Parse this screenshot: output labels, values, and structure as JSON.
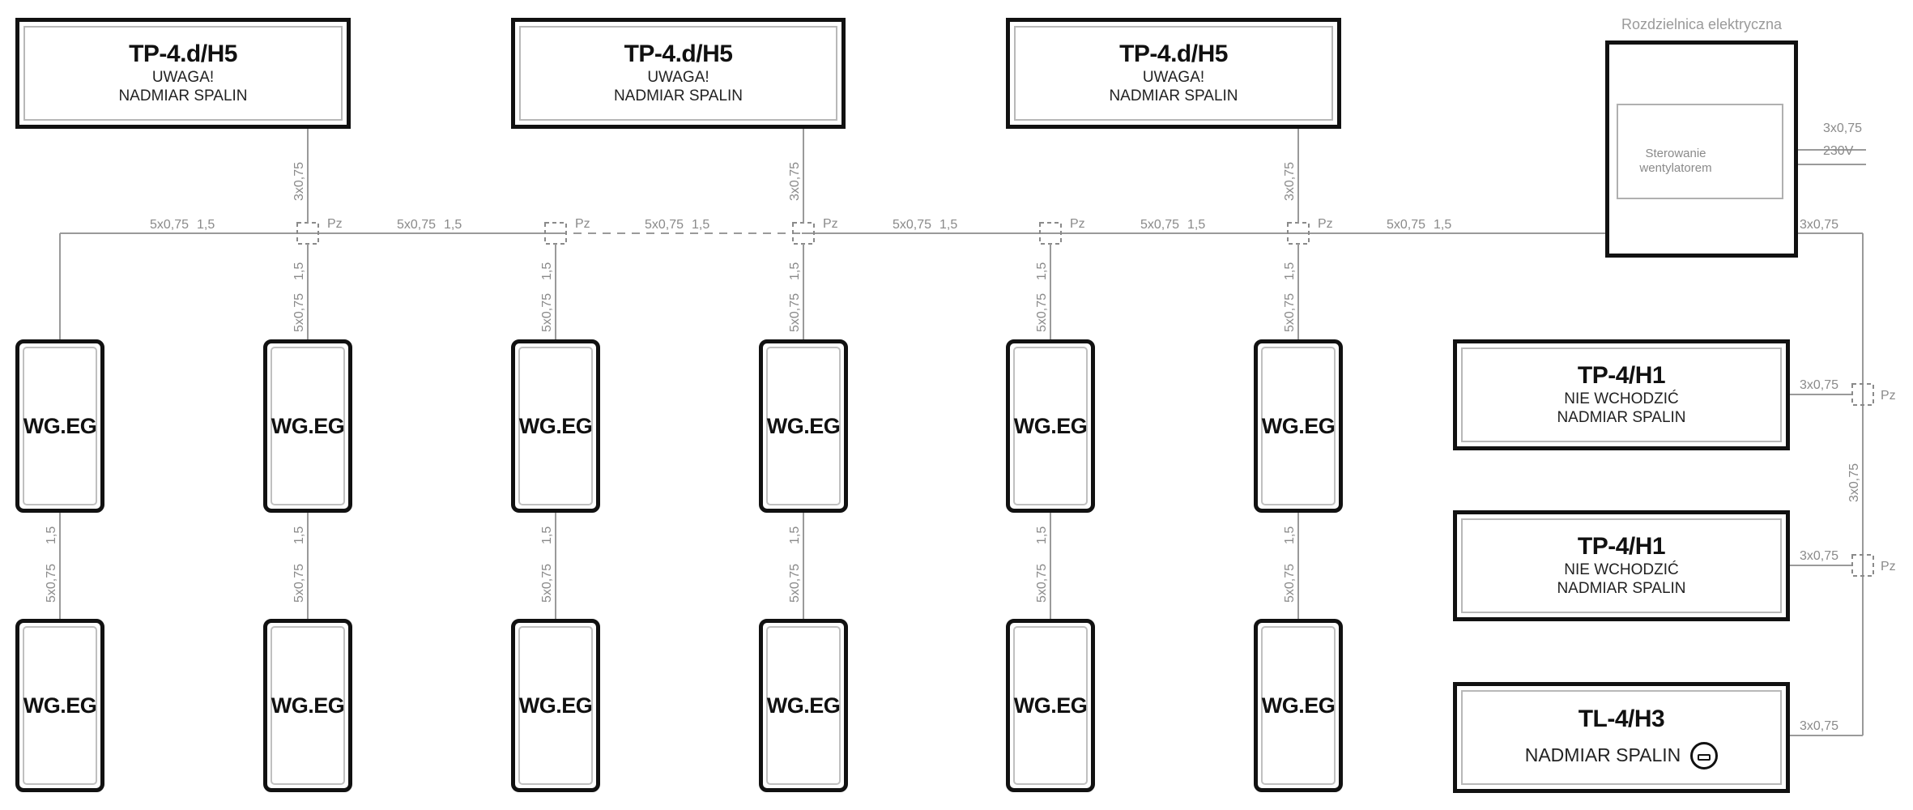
{
  "panel": {
    "title": "Rozdzielnica elektryczna",
    "control_label_1": "Sterowanie",
    "control_label_2": "wentylatorem",
    "supply_cable": "3x0,75",
    "supply_voltage": "230V"
  },
  "signs_top": [
    {
      "code": "TP-4.d/H5",
      "line1": "UWAGA!",
      "line2": "NADMIAR SPALIN"
    },
    {
      "code": "TP-4.d/H5",
      "line1": "UWAGA!",
      "line2": "NADMIAR SPALIN"
    },
    {
      "code": "TP-4.d/H5",
      "line1": "UWAGA!",
      "line2": "NADMIAR SPALIN"
    }
  ],
  "signs_right": [
    {
      "code": "TP-4/H1",
      "line1": "NIE WCHODZIĆ",
      "line2": "NADMIAR SPALIN"
    },
    {
      "code": "TP-4/H1",
      "line1": "NIE WCHODZIĆ",
      "line2": "NADMIAR SPALIN"
    },
    {
      "code": "TL-4/H3",
      "line1": "NADMIAR SPALIN",
      "icon": "no-entry-icon"
    }
  ],
  "detectors_row1": [
    "WG.EG",
    "WG.EG",
    "WG.EG",
    "WG.EG",
    "WG.EG",
    "WG.EG"
  ],
  "detectors_row2": [
    "WG.EG",
    "WG.EG",
    "WG.EG",
    "WG.EG",
    "WG.EG",
    "WG.EG"
  ],
  "cables": {
    "bus": "5x0,75",
    "bus_section": "1,5",
    "sign_feed": "3x0,75",
    "junction": "Pz"
  }
}
